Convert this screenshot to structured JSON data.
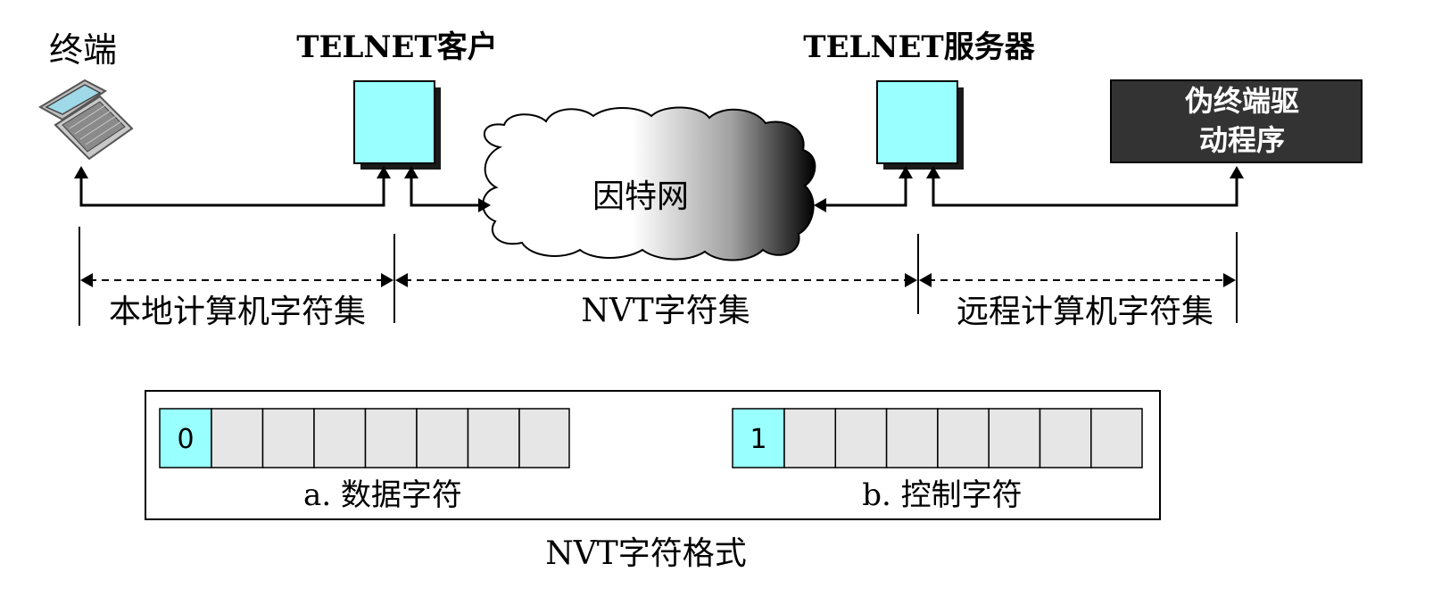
{
  "nodes": {
    "terminal": "终端",
    "telnet_client": "TELNET客户",
    "telnet_server": "TELNET服务器",
    "pseudo_terminal_driver_line1": "伪终端驱",
    "pseudo_terminal_driver_line2": "动程序",
    "internet": "因特网"
  },
  "charsets": {
    "local": "本地计算机字符集",
    "nvt": "NVT字符集",
    "remote": "远程计算机字符集"
  },
  "format": {
    "title": "NVT字符格式",
    "data_char": {
      "first_bit": "0",
      "caption": "a. 数据字符",
      "cells": 8
    },
    "control_char": {
      "first_bit": "1",
      "caption": "b. 控制字符",
      "cells": 8
    }
  },
  "colors": {
    "cyan": "#99ffff",
    "cell_gray": "#e6e6e6",
    "driver_box": "#333333",
    "shadow": "#1a1a1a"
  }
}
